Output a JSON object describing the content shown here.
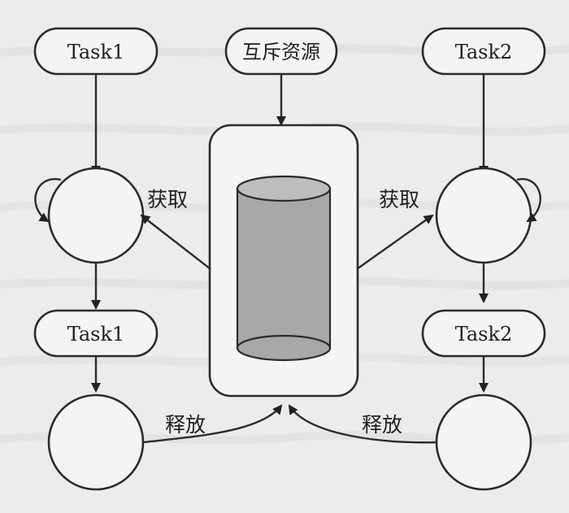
{
  "diagram": {
    "nodes": {
      "task1_top": "Task1",
      "mutex": "互斥资源",
      "task2_top": "Task2",
      "task1_bottom": "Task1",
      "task2_bottom": "Task2"
    },
    "labels": {
      "acquire_left": "获取",
      "acquire_right": "获取",
      "release_left": "释放",
      "release_right": "释放"
    },
    "colors": {
      "stroke": "#2b2b2b",
      "cylinder_fill": "#a8a8a8",
      "cylinder_top": "#bdbdbd"
    }
  }
}
